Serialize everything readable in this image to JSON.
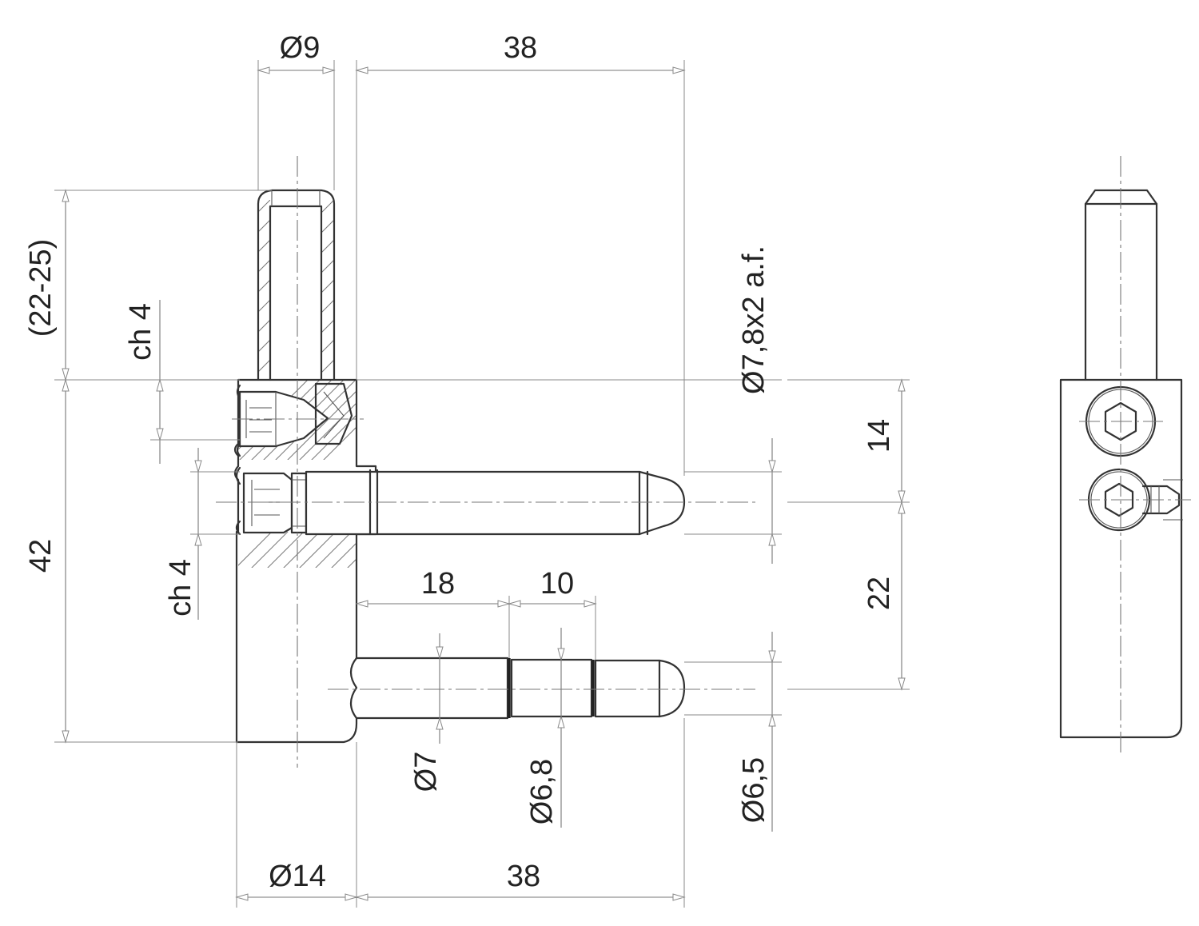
{
  "dimensions": {
    "top_pin_diameter": "Ø9",
    "top_arm_length": "38",
    "pin_length_range": "(22-25)",
    "chamfer_upper": "ch 4",
    "chamfer_lower": "ch 4",
    "overall_height": "42",
    "square_drive": "Ø7,8x2 a.f.",
    "upper_spacing": "14",
    "lower_spacing": "22",
    "lower_section_1": "18",
    "lower_section_2": "10",
    "lower_diameter_1": "Ø7",
    "lower_diameter_2": "Ø6,8",
    "lower_diameter_3": "Ø6,5",
    "barrel_diameter": "Ø14",
    "bottom_arm_length": "38"
  },
  "colors": {
    "outline": "#333333",
    "dimension_line": "#777777",
    "text": "#222222",
    "background": "#ffffff"
  },
  "views": [
    "front-section-view",
    "side-view"
  ]
}
